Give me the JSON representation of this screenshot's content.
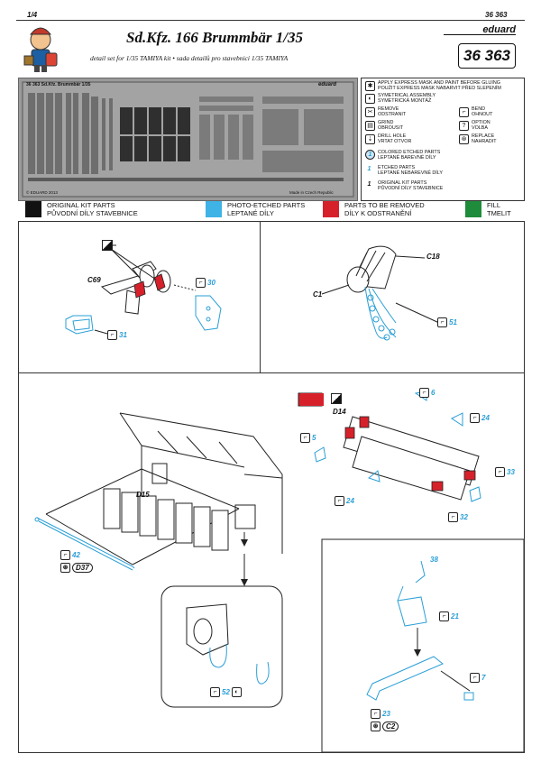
{
  "header": {
    "page_no": "1/4",
    "kit_no_small": "36 363",
    "title": "Sd.Kfz. 166 Brummbär  1/35",
    "subtitle": "detail set for 1/35  TAMIYA  kit • sada detailů pro stavebnici 1/35  TAMIYA",
    "brand": "eduard",
    "kit_no": "36 363"
  },
  "fret": {
    "label_top": "36 363  Sd.Kfz. Brummbär   1/35",
    "brand": "eduard",
    "copyright": "© EDUARD 2013",
    "made_in": "Made in Czech Republic"
  },
  "legend": [
    {
      "icon": "express-mask-icon",
      "glyph": "✱",
      "text": "APPLY EXPRESS MASK AND PAINT BEFORE GLUING\nPOUŽIT EXPRESS MASK NABARVIT PŘED SLEPENÍM"
    },
    {
      "icon": "symmetrical-icon",
      "glyph": "◐",
      "text": "SYMETRICAL ASSEMBLY\nSYMETRICKÁ MONTÁŽ"
    },
    {
      "icon": "remove-icon",
      "glyph": "✂",
      "text": "REMOVE\nODSTRANIT"
    },
    {
      "icon": "bend-icon",
      "glyph": "⌐",
      "text": "BEND\nOHNOUT"
    },
    {
      "icon": "grind-icon",
      "glyph": "▤",
      "text": "GRIND\nOBROUSIT"
    },
    {
      "icon": "option-icon",
      "glyph": "?",
      "text": "OPTION\nVOLBA"
    },
    {
      "icon": "drill-icon",
      "glyph": "⇣",
      "text": "DRILL HOLE\nVRTAT OTVOR"
    },
    {
      "icon": "replace-icon",
      "glyph": "⊛",
      "text": "REPLACE\nNAHRADIT"
    },
    {
      "icon": "colored-parts-icon",
      "glyph": "1",
      "text": "COLORED ETCHED PARTS\nLEPTANÉ BAREVNÉ DÍLY"
    },
    {
      "icon": "etched-parts-icon",
      "glyph": "1",
      "text": "ETCHED PARTS\nLEPTANÉ NEBAREVNÉ DÍLY"
    },
    {
      "icon": "original-parts-icon",
      "glyph": "1",
      "text": "ORIGINAL KIT PARTS\nPŮVODNÍ DÍLY STAVEBNICE"
    }
  ],
  "colors": [
    {
      "color": "#111111",
      "label": "ORIGINAL KIT PARTS\nPŮVODNÍ DÍLY STAVEBNICE"
    },
    {
      "color": "#3fb3e6",
      "label": "PHOTO-ETCHED PARTS\nLEPTANÉ DÍLY"
    },
    {
      "color": "#d6212b",
      "label": "PARTS TO BE REMOVED\nDÍLY K ODSTRANĚNÍ"
    },
    {
      "color": "#1e8c3a",
      "label": "FILL\nTMELIT"
    }
  ],
  "step1": {
    "c69": "C69",
    "p30": "30",
    "p31": "31"
  },
  "step2": {
    "c18": "C18",
    "c1": "C1",
    "p51": "51"
  },
  "step3": {
    "d14": "D14",
    "d15": "D15",
    "p6": "6",
    "p5": "5",
    "p24a": "24",
    "p24b": "24",
    "p33": "33",
    "p32": "32",
    "p42": "42",
    "d37": "D37",
    "p52": "52",
    "p38": "38",
    "p21": "21",
    "p7": "7",
    "p23": "23",
    "c2": "C2"
  }
}
